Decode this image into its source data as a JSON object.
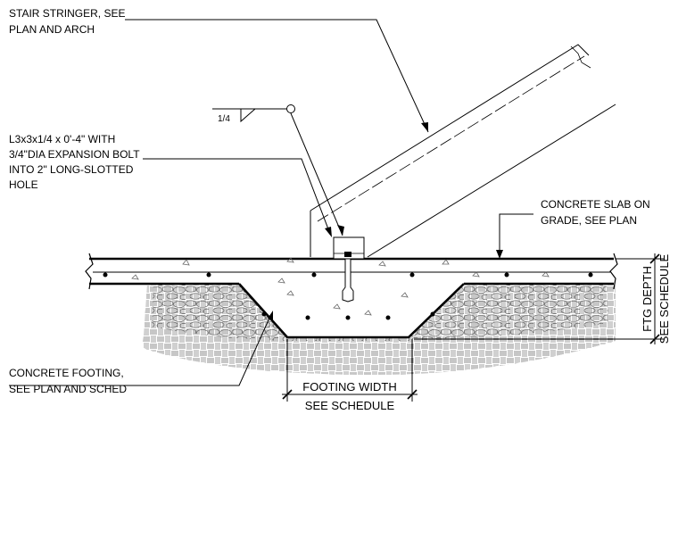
{
  "callouts": {
    "stair_stringer": [
      "STAIR STRINGER, SEE",
      "PLAN AND ARCH"
    ],
    "angle_bolt": [
      "L3x3x1/4 x 0'-4\" WITH",
      "3/4\"DIA EXPANSION BOLT",
      "INTO 2\" LONG-SLOTTED",
      "HOLE"
    ],
    "slab": [
      "CONCRETE SLAB ON",
      "GRADE, SEE PLAN"
    ],
    "footing": [
      "CONCRETE FOOTING,",
      "SEE PLAN AND SCHED"
    ]
  },
  "weld_symbol": {
    "size": "1/4"
  },
  "dimensions": {
    "footing_width": [
      "FOOTING WIDTH",
      "SEE SCHEDULE"
    ],
    "ftg_depth": [
      "FTG DEPTH",
      "SEE SCHEDULE"
    ]
  }
}
